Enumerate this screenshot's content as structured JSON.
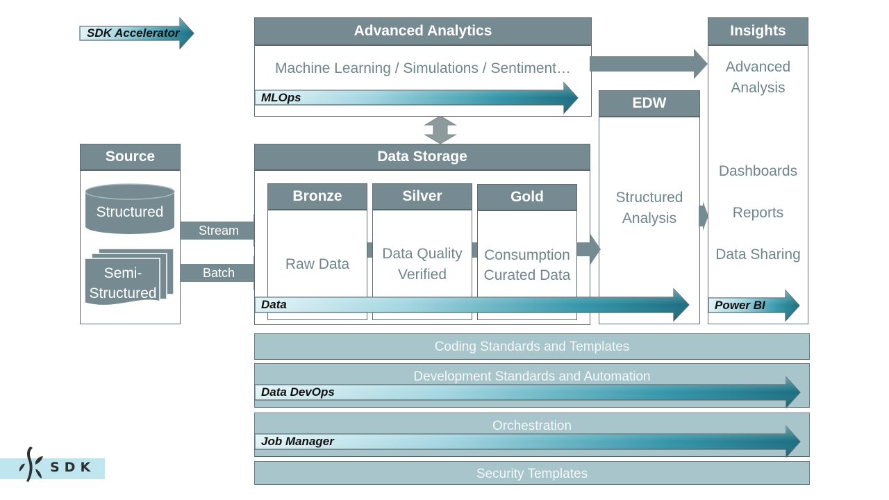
{
  "diagram": {
    "legend_arrow": {
      "label": "SDK Accelerator",
      "icon": "gradient-arrow-icon"
    },
    "advanced_analytics": {
      "title": "Advanced Analytics",
      "body": "Machine Learning / Simulations / Sentiment…",
      "flow_label": "MLOps"
    },
    "insights": {
      "title": "Insights",
      "items": [
        "Advanced Analysis",
        "Dashboards",
        "Reports",
        "Data Sharing"
      ],
      "flow_label": "Power BI"
    },
    "edw": {
      "title": "EDW",
      "body": "Structured Analysis"
    },
    "source": {
      "title": "Source",
      "structured_label": "Structured",
      "semi_structured_label": "Semi-\nStructured",
      "semi_line1": "Semi-",
      "semi_line2": "Structured"
    },
    "ingest_arrows": [
      {
        "label": "Stream"
      },
      {
        "label": "Batch"
      }
    ],
    "data_storage": {
      "title": "Data Storage",
      "layers": [
        {
          "title": "Bronze",
          "line1": "Raw Data",
          "line2": ""
        },
        {
          "title": "Silver",
          "line1": "Data Quality",
          "line2": "Verified"
        },
        {
          "title": "Gold",
          "line1": "Consumption",
          "line2": "Curated Data"
        }
      ],
      "flow_label": "Data"
    },
    "bands": [
      {
        "label": "Coding Standards and Templates",
        "flow_label": ""
      },
      {
        "label": "Development Standards and Automation",
        "flow_label": "Data DevOps"
      },
      {
        "label": "Orchestration",
        "flow_label": "Job Manager"
      },
      {
        "label": "Security Templates",
        "flow_label": ""
      }
    ]
  },
  "logo": {
    "text": "SDK",
    "icon": "sdk-logo-icon"
  },
  "colors": {
    "header": "#768b91",
    "body_text": "#6f8589",
    "band": "#a7c5cb",
    "arrow_light": "#d9f0f5",
    "arrow_dark": "#1d7f92",
    "logo_bg": "#bfe6ee"
  }
}
